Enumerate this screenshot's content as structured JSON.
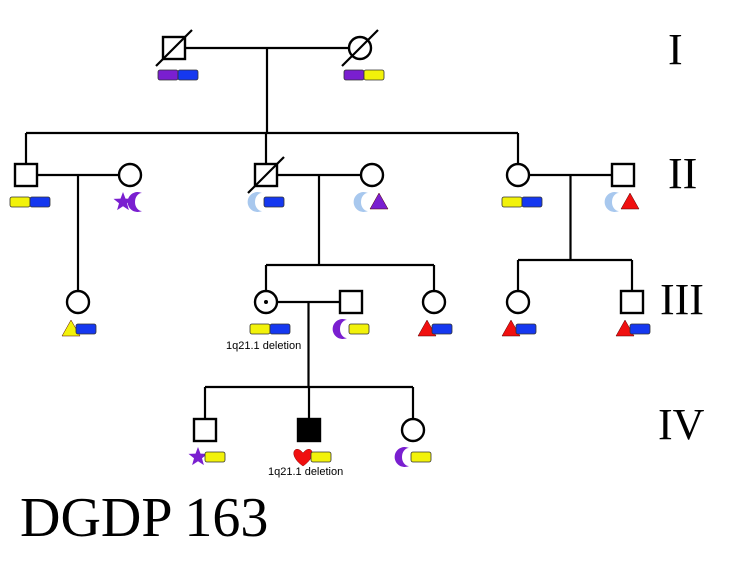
{
  "title": "DGDP 163",
  "generations": [
    "I",
    "II",
    "III",
    "IV"
  ],
  "colors": {
    "yellow": "#f2f20a",
    "blue": "#1538f0",
    "purple": "#7a1fd0",
    "red": "#f01010",
    "lightblue": "#a8c8ee",
    "line": "#000000"
  },
  "individuals": [
    {
      "id": "I-1",
      "sex": "male",
      "deceased": true,
      "affected": false,
      "carrier": false,
      "markers": [
        "purple-bar",
        "blue-bar"
      ]
    },
    {
      "id": "I-2",
      "sex": "female",
      "deceased": true,
      "affected": false,
      "carrier": false,
      "markers": [
        "purple-bar",
        "yellow-bar"
      ]
    },
    {
      "id": "II-1",
      "sex": "male",
      "deceased": false,
      "affected": false,
      "carrier": false,
      "markers": [
        "yellow-bar",
        "blue-bar"
      ]
    },
    {
      "id": "II-2",
      "sex": "female",
      "deceased": false,
      "affected": false,
      "carrier": false,
      "markers": [
        "purple-star",
        "purple-moon"
      ]
    },
    {
      "id": "II-3",
      "sex": "male",
      "deceased": true,
      "affected": false,
      "carrier": false,
      "markers": [
        "lightblue-moon",
        "blue-bar"
      ]
    },
    {
      "id": "II-4",
      "sex": "female",
      "deceased": false,
      "affected": false,
      "carrier": false,
      "markers": [
        "lightblue-moon",
        "purple-triangle"
      ]
    },
    {
      "id": "II-5",
      "sex": "female",
      "deceased": false,
      "affected": false,
      "carrier": false,
      "markers": [
        "yellow-bar",
        "blue-bar"
      ]
    },
    {
      "id": "II-6",
      "sex": "male",
      "deceased": false,
      "affected": false,
      "carrier": false,
      "markers": [
        "lightblue-moon",
        "red-triangle"
      ]
    },
    {
      "id": "III-1",
      "sex": "female",
      "deceased": false,
      "affected": false,
      "carrier": false,
      "markers": [
        "yellow-triangle",
        "blue-bar"
      ]
    },
    {
      "id": "III-2",
      "sex": "female",
      "deceased": false,
      "affected": false,
      "carrier": true,
      "markers": [
        "yellow-bar",
        "blue-bar"
      ],
      "annotation": "1q21.1 deletion"
    },
    {
      "id": "III-3",
      "sex": "male",
      "deceased": false,
      "affected": false,
      "carrier": false,
      "markers": [
        "purple-moon",
        "yellow-bar"
      ]
    },
    {
      "id": "III-4",
      "sex": "female",
      "deceased": false,
      "affected": false,
      "carrier": false,
      "markers": [
        "red-triangle",
        "blue-bar"
      ]
    },
    {
      "id": "III-5",
      "sex": "female",
      "deceased": false,
      "affected": false,
      "carrier": false,
      "markers": [
        "red-triangle",
        "blue-bar"
      ]
    },
    {
      "id": "III-6",
      "sex": "male",
      "deceased": false,
      "affected": false,
      "carrier": false,
      "markers": [
        "red-triangle",
        "blue-bar"
      ]
    },
    {
      "id": "IV-1",
      "sex": "male",
      "deceased": false,
      "affected": false,
      "carrier": false,
      "markers": [
        "purple-star",
        "yellow-bar"
      ]
    },
    {
      "id": "IV-2",
      "sex": "male",
      "deceased": false,
      "affected": true,
      "carrier": false,
      "markers": [
        "red-heart",
        "yellow-bar"
      ],
      "annotation": "1q21.1 deletion"
    },
    {
      "id": "IV-3",
      "sex": "female",
      "deceased": false,
      "affected": false,
      "carrier": false,
      "markers": [
        "purple-moon",
        "yellow-bar"
      ]
    }
  ],
  "couples": [
    {
      "partners": [
        "I-1",
        "I-2"
      ],
      "children": [
        "II-1",
        "II-3",
        "II-5"
      ]
    },
    {
      "partners": [
        "II-1",
        "II-2"
      ],
      "children": [
        "III-1"
      ]
    },
    {
      "partners": [
        "II-3",
        "II-4"
      ],
      "children": [
        "III-2",
        "III-4"
      ]
    },
    {
      "partners": [
        "II-5",
        "II-6"
      ],
      "children": [
        "III-5",
        "III-6"
      ]
    },
    {
      "partners": [
        "III-2",
        "III-3"
      ],
      "children": [
        "IV-1",
        "IV-2",
        "IV-3"
      ]
    }
  ]
}
